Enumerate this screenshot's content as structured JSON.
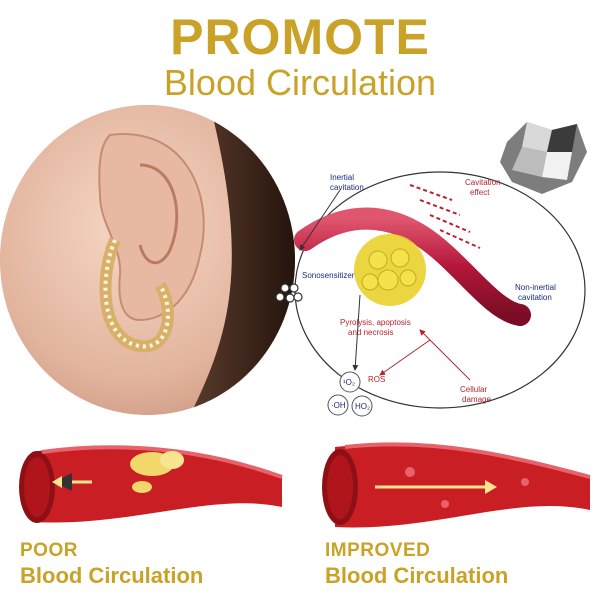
{
  "header": {
    "title": "PROMOTE",
    "subtitle": "Blood Circulation"
  },
  "diagram": {
    "labels": {
      "inertial": [
        "Inertial",
        "cavitation"
      ],
      "cavitation_effect": [
        "Cavitation",
        "effect"
      ],
      "sonosensitizer": "Sonosensitizer",
      "non_inertial": [
        "Non-inertial",
        "cavitation"
      ],
      "pyrolysis": [
        "Pyrolysis, apoptosis",
        "and necrosis"
      ],
      "ros": "ROS",
      "cellular_damage": [
        "Cellular",
        "damage"
      ],
      "o2": "¹O₂",
      "oh": "·OH",
      "ho2": "HO₂"
    }
  },
  "captions": {
    "poor": {
      "line1": "POOR",
      "line2": "Blood Circulation"
    },
    "improved": {
      "line1": "IMPROVED",
      "line2": "Blood Circulation"
    }
  },
  "colors": {
    "gold": "#c9a227",
    "vessel_red": "#c81e24",
    "plaque": "#f2d86a",
    "diagram_vessel": "#b5163a"
  },
  "icons": {
    "photo": "ear-earring-photo",
    "metal": "metal-chunk-image"
  }
}
